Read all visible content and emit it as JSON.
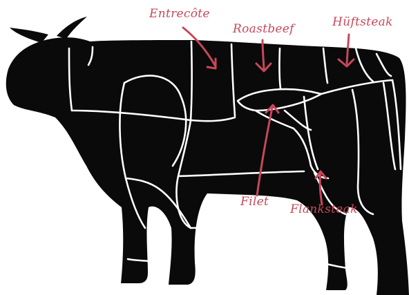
{
  "colors": {
    "silhouette": "#0a0a0a",
    "cut_lines": "#ffffff",
    "label": "#c8475a"
  },
  "labels": {
    "entrecote": "Entrecôte",
    "roastbeef": "Roastbeef",
    "hueftsteak": "Hüftsteak",
    "filet": "Filet",
    "flanksteak": "Flanksteak"
  }
}
